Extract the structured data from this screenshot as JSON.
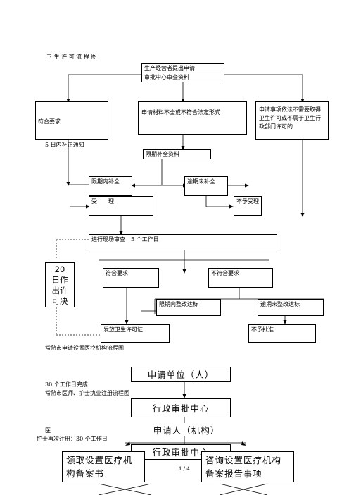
{
  "flow1": {
    "title": "卫 生 许 可 流 程 图",
    "step_apply": "生产经营者提出申请",
    "step_review": "审批中心审查资料",
    "branch_meets": "符合要求",
    "branch_incomplete": "申请材料不全或不符合法定形式",
    "branch_not_required": "申请事项依法不需要取得卫生许可或不属于卫生行政部门许可的",
    "notice_5days": "5 日内补正通知",
    "supplement_deadline": "限期补全资料",
    "supplement_in_time": "限期内补全",
    "supplement_overdue": "逾期未补全",
    "accept": "受　　理",
    "reject": "不予受理",
    "onsite_review": "进行现场审查　5 个工作日",
    "days_20": "20\n日作\n出许\n可决",
    "onsite_meets": "符合要求",
    "onsite_fails": "不符合要求",
    "rectify_in_time": "限期内整改达标",
    "rectify_overdue": "逾期未整改达标",
    "issue_certificate": "发放卫生许可证",
    "not_approved": "不予批准"
  },
  "flow2": {
    "caption": "常熟市申请设置医疗机构流程图",
    "unit": "申请单位（人）",
    "days_30": "30 个工作日完成",
    "caption_nurse": "常熟市医师、护士执业注册流程图",
    "center": "行政审批中心",
    "note_doctor": "医",
    "note_nurse_reg": "护士再次注册：30 个工作日",
    "applicant": "申请人（机构）",
    "center2": "行政审批中心",
    "left_box": "领取设置医疗机构备案书",
    "right_box": "咨询设置医疗机构备案报告事项"
  },
  "footer": {
    "page": "1 / 4"
  }
}
